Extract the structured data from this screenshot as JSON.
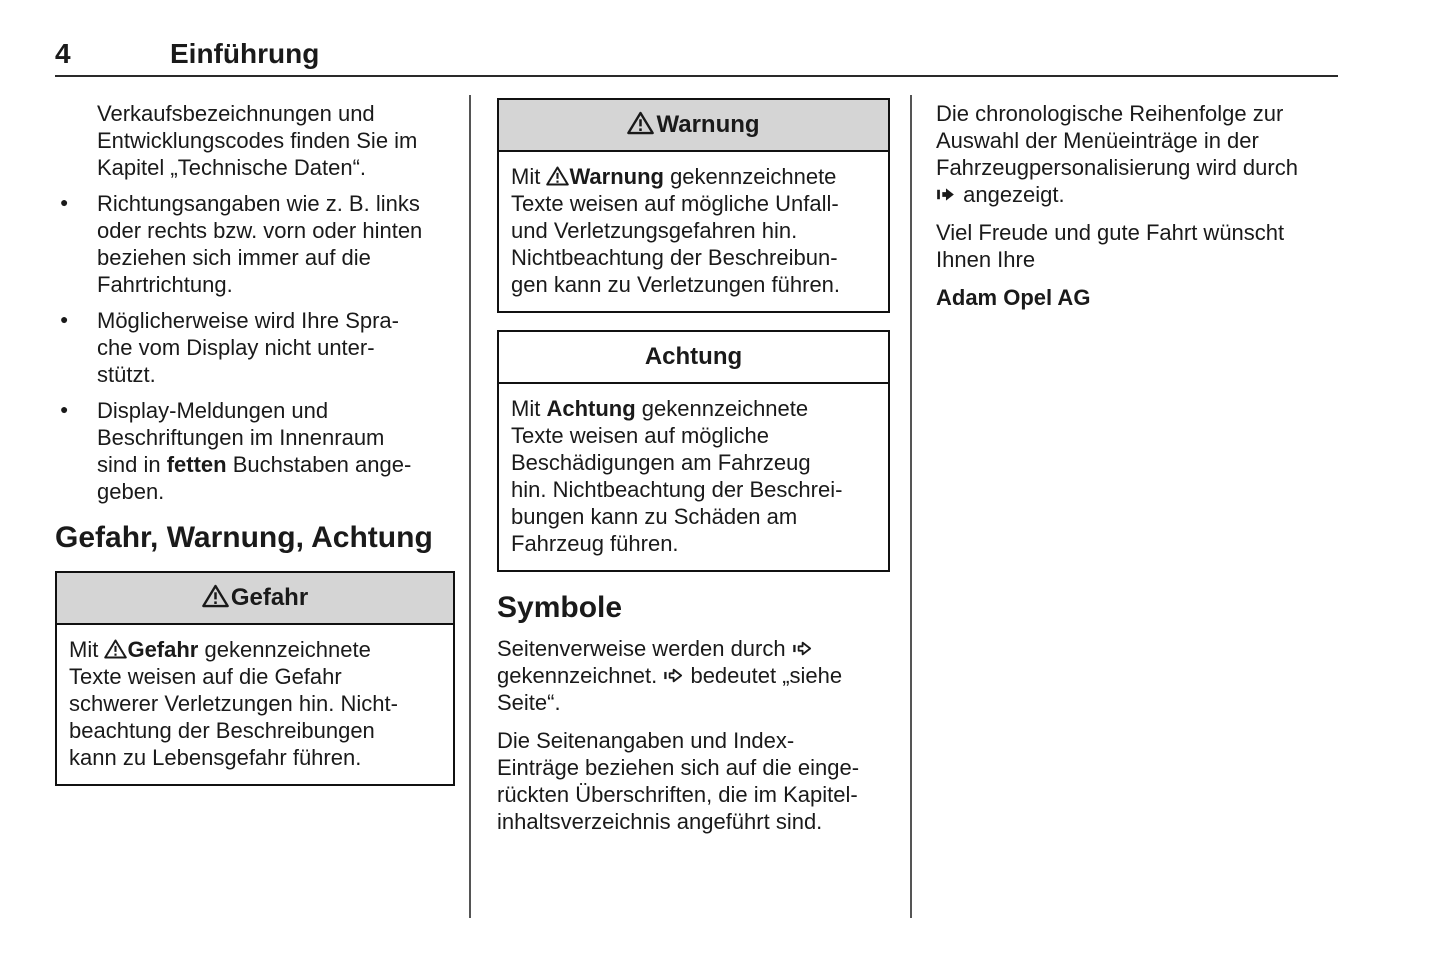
{
  "header": {
    "page_number": "4",
    "chapter_title": "Einführung"
  },
  "bullet_glyph": "●",
  "colors": {
    "text": "#1a1a1a",
    "box_header_bg": "#d5d5d5",
    "divider": "#555555",
    "box_border": "#111111"
  },
  "column1": {
    "intro": [
      {
        "t": "Verkaufsbezeichnungen und"
      },
      {
        "br": true
      },
      {
        "t": "Entwicklungscodes finden Sie im"
      },
      {
        "br": true
      },
      {
        "t": "Kapitel „Technische Daten“."
      }
    ],
    "bullets": [
      [
        {
          "t": "Richtungsangaben wie z. B. links"
        },
        {
          "br": true
        },
        {
          "t": "oder rechts bzw. vorn oder hinten"
        },
        {
          "br": true
        },
        {
          "t": "beziehen sich immer auf die"
        },
        {
          "br": true
        },
        {
          "t": "Fahrtrichtung."
        }
      ],
      [
        {
          "t": "Möglicherweise wird Ihre Spra-"
        },
        {
          "br": true
        },
        {
          "t": "che vom Display nicht unter-"
        },
        {
          "br": true
        },
        {
          "t": "stützt."
        }
      ],
      [
        {
          "t": "Display-Meldungen und"
        },
        {
          "br": true
        },
        {
          "t": "Beschriftungen im Innenraum"
        },
        {
          "br": true
        },
        {
          "t": "sind in "
        },
        {
          "t": "fetten",
          "b": true
        },
        {
          "t": " Buchstaben ange-"
        },
        {
          "br": true
        },
        {
          "t": "geben."
        }
      ]
    ],
    "section_heading": "Gefahr, Warnung, Achtung",
    "gefahr_box": {
      "title": [
        {
          "icon": "warning-icon"
        },
        {
          "t": "Gefahr",
          "b": true
        }
      ],
      "body": [
        {
          "t": "Mit "
        },
        {
          "icon": "warning-icon"
        },
        {
          "t": "Gefahr",
          "b": true
        },
        {
          "t": " gekennzeichnete"
        },
        {
          "br": true
        },
        {
          "t": "Texte weisen auf die Gefahr"
        },
        {
          "br": true
        },
        {
          "t": "schwerer Verletzungen hin. Nicht-"
        },
        {
          "br": true
        },
        {
          "t": "beachtung der Beschreibungen"
        },
        {
          "br": true
        },
        {
          "t": "kann zu Lebensgefahr führen."
        }
      ]
    }
  },
  "column2": {
    "warnung_box": {
      "title": [
        {
          "icon": "warning-icon"
        },
        {
          "t": "Warnung",
          "b": true
        }
      ],
      "body": [
        {
          "t": "Mit "
        },
        {
          "icon": "warning-icon"
        },
        {
          "t": "Warnung",
          "b": true
        },
        {
          "t": " gekennzeichnete"
        },
        {
          "br": true
        },
        {
          "t": "Texte weisen auf mögliche Unfall-"
        },
        {
          "br": true
        },
        {
          "t": "und Verletzungsgefahren hin."
        },
        {
          "br": true
        },
        {
          "t": "Nichtbeachtung der Beschreibun-"
        },
        {
          "br": true
        },
        {
          "t": "gen kann zu Verletzungen führen."
        }
      ]
    },
    "achtung_box": {
      "title": [
        {
          "t": "Achtung",
          "b": true
        }
      ],
      "body": [
        {
          "t": "Mit "
        },
        {
          "t": "Achtung",
          "b": true
        },
        {
          "t": " gekennzeichnete"
        },
        {
          "br": true
        },
        {
          "t": "Texte weisen auf mögliche"
        },
        {
          "br": true
        },
        {
          "t": "Beschädigungen am Fahrzeug"
        },
        {
          "br": true
        },
        {
          "t": "hin. Nichtbeachtung der Beschrei-"
        },
        {
          "br": true
        },
        {
          "t": "bungen kann zu Schäden am"
        },
        {
          "br": true
        },
        {
          "t": "Fahrzeug führen."
        }
      ]
    },
    "symbols_heading": "Symbole",
    "paragraphs": [
      [
        {
          "t": "Seitenverweise werden durch "
        },
        {
          "icon": "page-ref-arrow-icon"
        },
        {
          "br": true
        },
        {
          "t": "gekennzeichnet. "
        },
        {
          "icon": "page-ref-arrow-icon"
        },
        {
          "t": " bedeutet „siehe"
        },
        {
          "br": true
        },
        {
          "t": "Seite“."
        }
      ],
      [
        {
          "t": "Die Seitenangaben und Index-"
        },
        {
          "br": true
        },
        {
          "t": "Einträge beziehen sich auf die einge-"
        },
        {
          "br": true
        },
        {
          "t": "rückten Überschriften, die im Kapitel-"
        },
        {
          "br": true
        },
        {
          "t": "inhaltsverzeichnis angeführt sind."
        }
      ]
    ]
  },
  "column3": {
    "paragraphs": [
      [
        {
          "t": "Die chronologische Reihenfolge zur"
        },
        {
          "br": true
        },
        {
          "t": "Auswahl der Menüeinträge in der"
        },
        {
          "br": true
        },
        {
          "t": "Fahrzeugpersonalisierung wird durch"
        },
        {
          "br": true
        },
        {
          "icon": "sequence-arrow-icon"
        },
        {
          "t": " angezeigt."
        }
      ],
      [
        {
          "t": "Viel Freude und gute Fahrt wünscht"
        },
        {
          "br": true
        },
        {
          "t": "Ihnen Ihre"
        }
      ]
    ],
    "signature": "Adam Opel AG"
  }
}
